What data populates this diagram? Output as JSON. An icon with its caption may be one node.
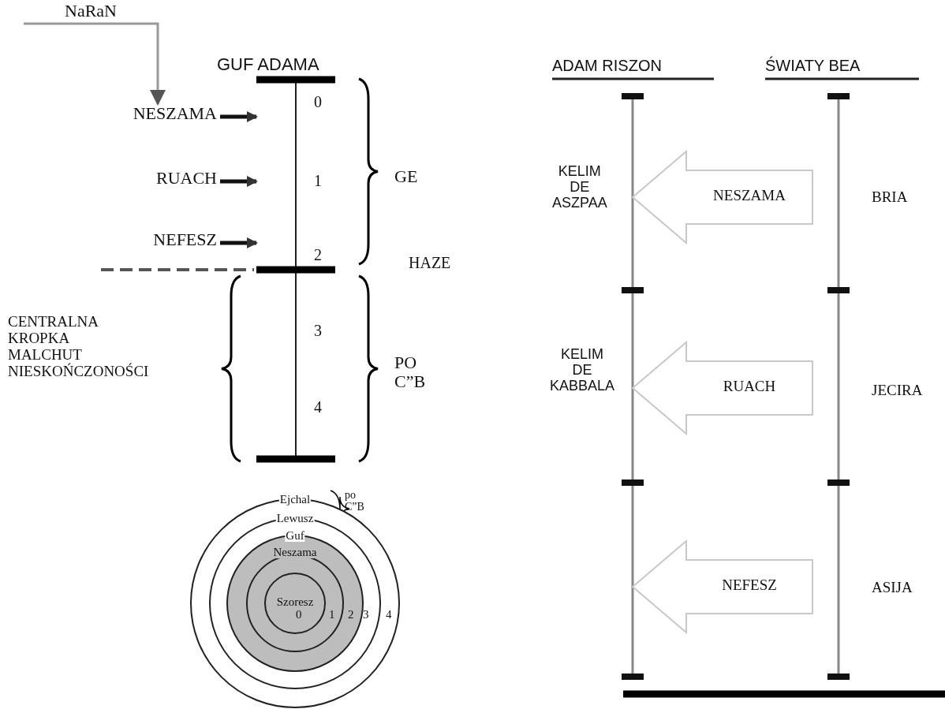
{
  "diagram": {
    "nodes": [
      {
        "text": [
          "NaRaN"
        ]
      },
      {
        "text": [
          "NESZAMA"
        ]
      },
      {
        "text": [
          "RUACH"
        ]
      },
      {
        "text": [
          "NEFESZ"
        ]
      },
      {
        "text": [
          "NESZAMA"
        ]
      },
      {
        "text": [
          "RUACH"
        ]
      },
      {
        "text": [
          "NEFESZ"
        ]
      },
      {
        "text": [
          "Ejchal"
        ]
      },
      {
        "text": [
          "Lewusz"
        ],
        "in": 7
      },
      {
        "text": [
          "Guf"
        ],
        "in": 8
      },
      {
        "text": [
          "Neszama"
        ],
        "in": 9
      },
      {
        "text": [
          "Szoresz"
        ],
        "in": 10
      }
    ],
    "edges": [
      {
        "from": 0,
        "to": 1,
        "arrow": "to",
        "color": "#999999"
      },
      {
        "from": 1,
        "to": null,
        "arrow": "to"
      },
      {
        "from": 2,
        "to": null,
        "arrow": "to"
      },
      {
        "from": 3,
        "to": null,
        "arrow": "to"
      }
    ],
    "labels": [
      "GUF ADAMA",
      "0",
      "1",
      "GE",
      "2",
      "HAZE",
      "CENTRALNA KROPKA MALCHUT NIESKOŃCZONOŚCI",
      "3",
      "PO C”B",
      "4",
      "po C”B",
      "0",
      "1",
      "2",
      "3",
      "4",
      "ADAM RISZON",
      "ŚWIATY BEA",
      "KELIM DE ASZPAA",
      "BRIA",
      "KELIM DE KABBALA",
      "JECIRA",
      "ASIJA"
    ]
  }
}
